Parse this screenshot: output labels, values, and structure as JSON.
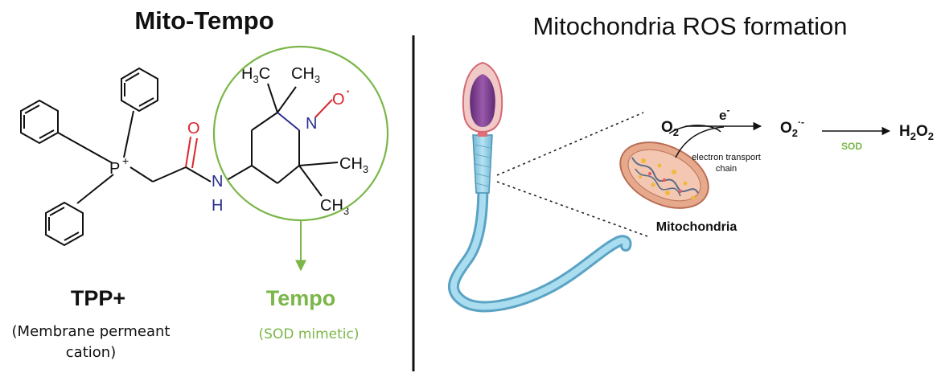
{
  "left_panel": {
    "title": "Mito-Tempo",
    "molecule": {
      "phosphorus": "P",
      "charge_plus": "+",
      "oxygen": "O",
      "nitrogen_amide": "N",
      "hydrogen": "H",
      "nitrogen_ring": "N",
      "oxyl": "O",
      "radical_dot": "·",
      "methyl_top_left": "H",
      "methyl_top_left_sub": "3",
      "methyl_top_left_c": "C",
      "methyl_top_right": "CH",
      "methyl_top_right_sub": "3",
      "methyl_right_1": "CH",
      "methyl_right_1_sub": "3",
      "methyl_right_2": "CH",
      "methyl_right_2_sub": "3"
    },
    "tpp_label": "TPP+",
    "tpp_desc_line1": "(Membrane permeant",
    "tpp_desc_line2": "cation)",
    "tempo_label": "Tempo",
    "tempo_desc": "(SOD mimetic)"
  },
  "right_panel": {
    "title": "Mitochondria ROS formation",
    "o2": "O",
    "o2_sub": "2",
    "electron": "e",
    "electron_sup": "-",
    "superoxide": "O",
    "superoxide_sub": "2",
    "superoxide_sup": "·-",
    "h2o2_h": "H",
    "h2o2_sub1": "2",
    "h2o2_o": "O",
    "h2o2_sub2": "2",
    "sod_label": "SOD",
    "etc_line1": "electron transport",
    "etc_line2": "chain",
    "mito_label": "Mitochondria"
  },
  "colors": {
    "tempo_green": "#7ab648",
    "oxygen_red": "#d9262b",
    "nitrogen_blue": "#2b2f8f",
    "divider": "#111111",
    "sperm_body": "#8fd0e8",
    "sperm_head": "#7a3e8e",
    "mito_body": "#e7a98c"
  }
}
